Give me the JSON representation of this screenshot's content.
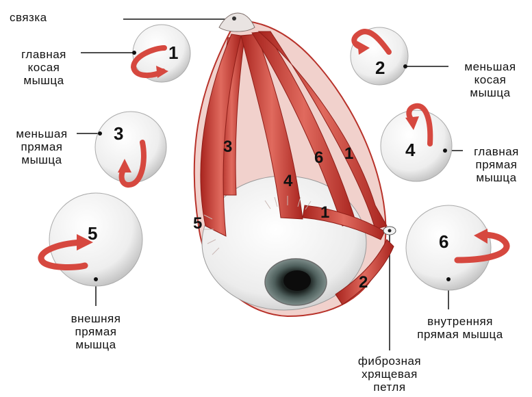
{
  "labels": {
    "ligament": "связка",
    "superior_oblique": [
      "главная",
      "косая",
      "мышца"
    ],
    "inferior_oblique": [
      "меньшая",
      "косая",
      "мышца"
    ],
    "inferior_rectus": [
      "меньшая",
      "прямая",
      "мышца"
    ],
    "superior_rectus": [
      "главная",
      "прямая",
      "мышца"
    ],
    "lateral_rectus": [
      "внешняя",
      "прямая",
      "мышца"
    ],
    "medial_rectus": [
      "внутренняя",
      "прямая мышца"
    ],
    "trochlea": [
      "фиброзная",
      "хрящевая",
      "петля"
    ]
  },
  "ball_numbers": [
    "1",
    "2",
    "3",
    "4",
    "5",
    "6"
  ],
  "muscle_numbers": [
    "3",
    "4",
    "6",
    "1",
    "1",
    "5",
    "2"
  ],
  "colors": {
    "muscle": "#c8372f",
    "muscle_light": "#e27a6e",
    "ball": "#f2f2f2",
    "arrow": "#d9534a",
    "iris": "#4a5a58"
  }
}
